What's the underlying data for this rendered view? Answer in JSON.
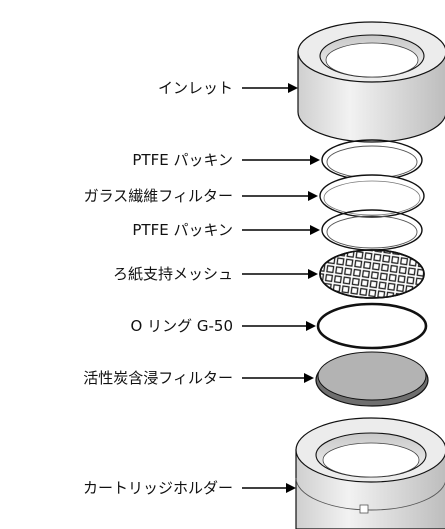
{
  "labels": {
    "inlet": "インレット",
    "ptfe_packing_1": "PTFE パッキン",
    "glass_fiber_filter": "ガラス繊維フィルター",
    "ptfe_packing_2": "PTFE パッキン",
    "filter_paper_mesh": "ろ紙支持メッシュ",
    "o_ring": "O リング G-50",
    "activated_carbon_filter": "活性炭含浸フィルター",
    "cartridge_holder": "カートリッジホルダー"
  },
  "colors": {
    "outline": "#111111",
    "cylinder_fill": "#e6e6e6",
    "carbon_filter_fill": "#b3b3b3",
    "carbon_filter_rim": "#6f6f6f",
    "arrow": "#000000"
  }
}
